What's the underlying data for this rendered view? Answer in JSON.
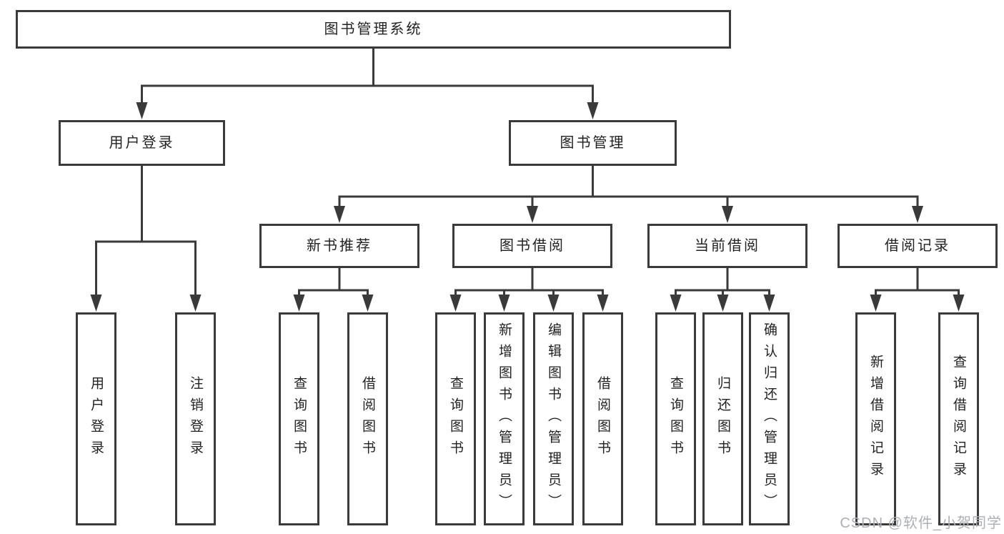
{
  "diagram": {
    "title": "图书管理系统",
    "branches": {
      "user_login": {
        "label": "用户登录",
        "children": [
          "用户登录",
          "注销登录"
        ]
      },
      "book_management": {
        "label": "图书管理",
        "sections": {
          "new_books": {
            "label": "新书推荐",
            "children": [
              "查询图书",
              "借阅图书"
            ]
          },
          "book_borrow": {
            "label": "图书借阅",
            "children": [
              "查询图书",
              "新增图书（管理员）",
              "编辑图书（管理员）",
              "借阅图书"
            ]
          },
          "current_borrow": {
            "label": "当前借阅",
            "children": [
              "查询图书",
              "归还图书",
              "确认归还（管理员）"
            ]
          },
          "borrow_records": {
            "label": "借阅记录",
            "children": [
              "新增借阅记录",
              "查询借阅记录"
            ]
          }
        }
      }
    },
    "watermark": "CSDN @软件_小贺同学",
    "colors": {
      "line": "#3a3a3a",
      "border": "#3a3a3a",
      "text": "#222222",
      "watermark": "#adb0b4",
      "background": "#ffffff"
    }
  }
}
